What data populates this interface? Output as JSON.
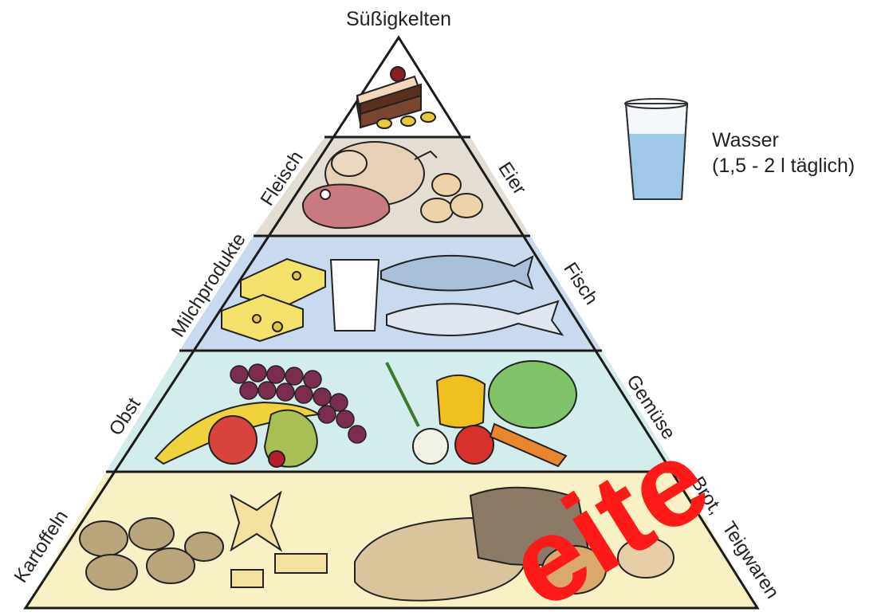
{
  "pyramid": {
    "top_label": "Süßigkelten",
    "side_labels": {
      "fleisch": "Fleisch",
      "eier": "Eier",
      "milchprodukte": "Milchprodukte",
      "fisch": "Fisch",
      "obst": "Obst",
      "gemuese": "Gemüse",
      "kartoffeln": "Kartoffeln",
      "brot": "Brot,",
      "teigwaren": "Teigwaren"
    },
    "tier_colors": {
      "sweets": "#ffffff",
      "meat": "#e4ddd3",
      "dairy_fish": "#c9d9ee",
      "fruit_veg": "#d3ecec",
      "staples": "#f7f1c4"
    }
  },
  "water": {
    "label": "Wasser",
    "amount": "(1,5 - 2 l täglich)"
  },
  "watermark": {
    "text": "eite",
    "color": "#ff1a1a"
  }
}
